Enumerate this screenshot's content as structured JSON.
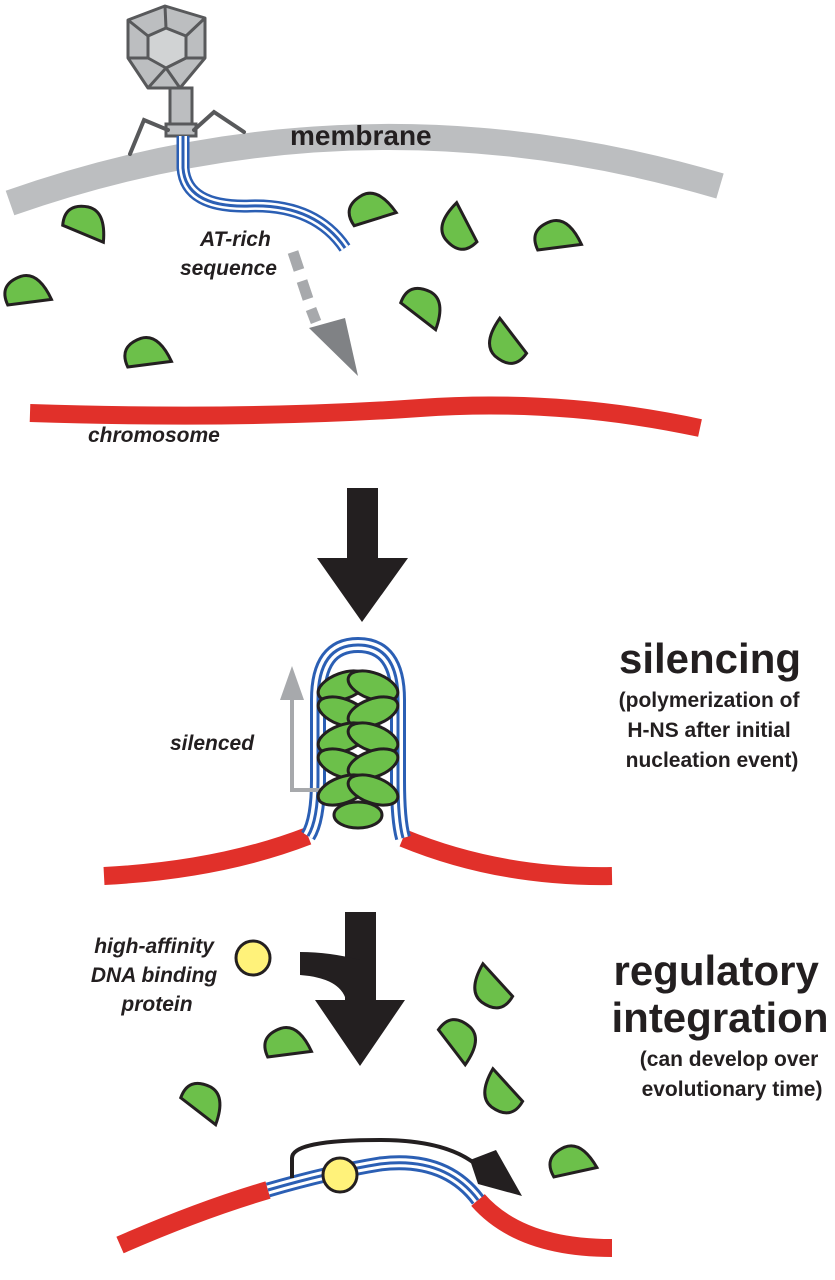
{
  "labels": {
    "membrane": "membrane",
    "at_rich_line1": "AT-rich",
    "at_rich_line2": "sequence",
    "chromosome": "chromosome",
    "silenced": "silenced",
    "silencing_title": "silencing",
    "silencing_desc_line1": "(polymerization of",
    "silencing_desc_line2": "H-NS after initial",
    "silencing_desc_line3": "nucleation event)",
    "hadbp_line1": "high-affinity",
    "hadbp_line2": "DNA binding",
    "hadbp_line3": "protein",
    "regulatory_title_line1": "regulatory",
    "regulatory_title_line2": "integration",
    "regulatory_desc_line1": "(can develop over",
    "regulatory_desc_line2": "evolutionary time)"
  },
  "colors": {
    "membrane": "#bcbec0",
    "chromosome": "#e1302a",
    "dna": "#2b5fb4",
    "hns": "#6cc04a",
    "binding_protein": "#fff27a",
    "arrow": "#231f20",
    "faint_arrow": "#a7a9ac"
  }
}
